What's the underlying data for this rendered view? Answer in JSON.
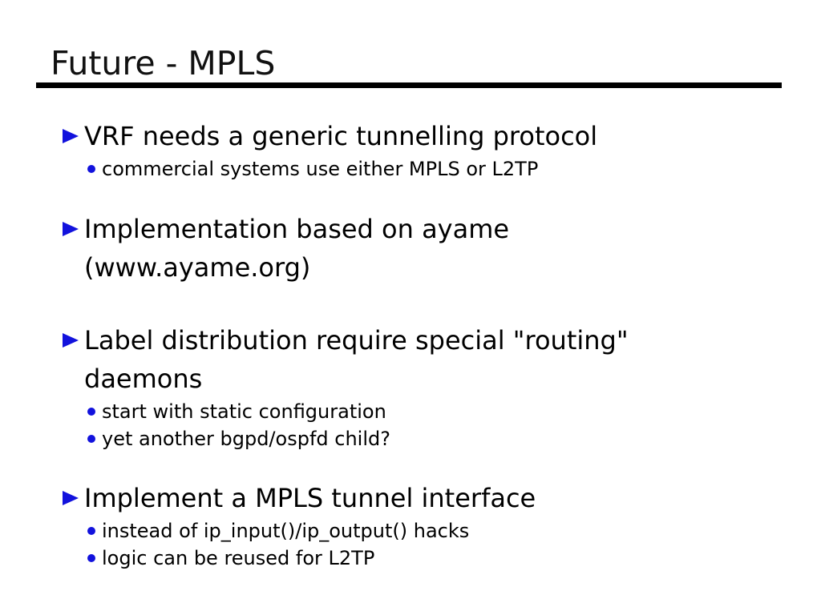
{
  "slide": {
    "title": "Future - MPLS",
    "accent_color": "#1212dd",
    "text_color": "#000000",
    "background_color": "#ffffff",
    "icons": {
      "level1_bullet": "triangle-right",
      "level2_bullet": "dot"
    }
  },
  "bullets": [
    {
      "lines": [
        "VRF needs a generic tunnelling protocol"
      ],
      "subs": [
        "commercial systems use either MPLS or L2TP"
      ]
    },
    {
      "lines": [
        "Implementation based on ayame",
        "(www.ayame.org)"
      ],
      "subs": []
    },
    {
      "lines": [
        "Label distribution require special \"routing\"",
        "daemons"
      ],
      "subs": [
        "start with static configuration",
        "yet another bgpd/ospfd child?"
      ]
    },
    {
      "lines": [
        "Implement a MPLS tunnel interface"
      ],
      "subs": [
        "instead of ip_input()/ip_output() hacks",
        "logic can be reused for L2TP"
      ]
    }
  ]
}
